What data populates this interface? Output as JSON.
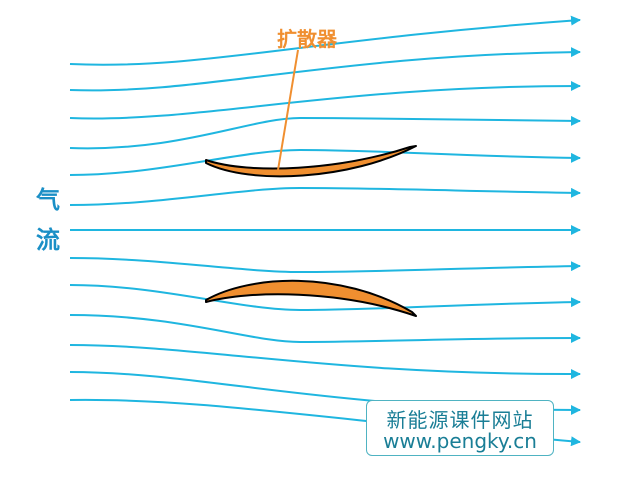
{
  "diagram": {
    "flow_label_1": "气",
    "flow_label_2": "流",
    "component_label": "扩散器"
  },
  "watermark": {
    "line1": "新能源课件网站",
    "line2": "www.pengky.cn"
  },
  "colors": {
    "streamline": "#1fb6e0",
    "diffuser_fill": "#f08f30",
    "diffuser_outline": "#000000",
    "label_orange": "#f08f30",
    "flow_label": "#1a8fc6",
    "watermark_text": "#1a7e96",
    "watermark_border": "#4fb3c2"
  }
}
